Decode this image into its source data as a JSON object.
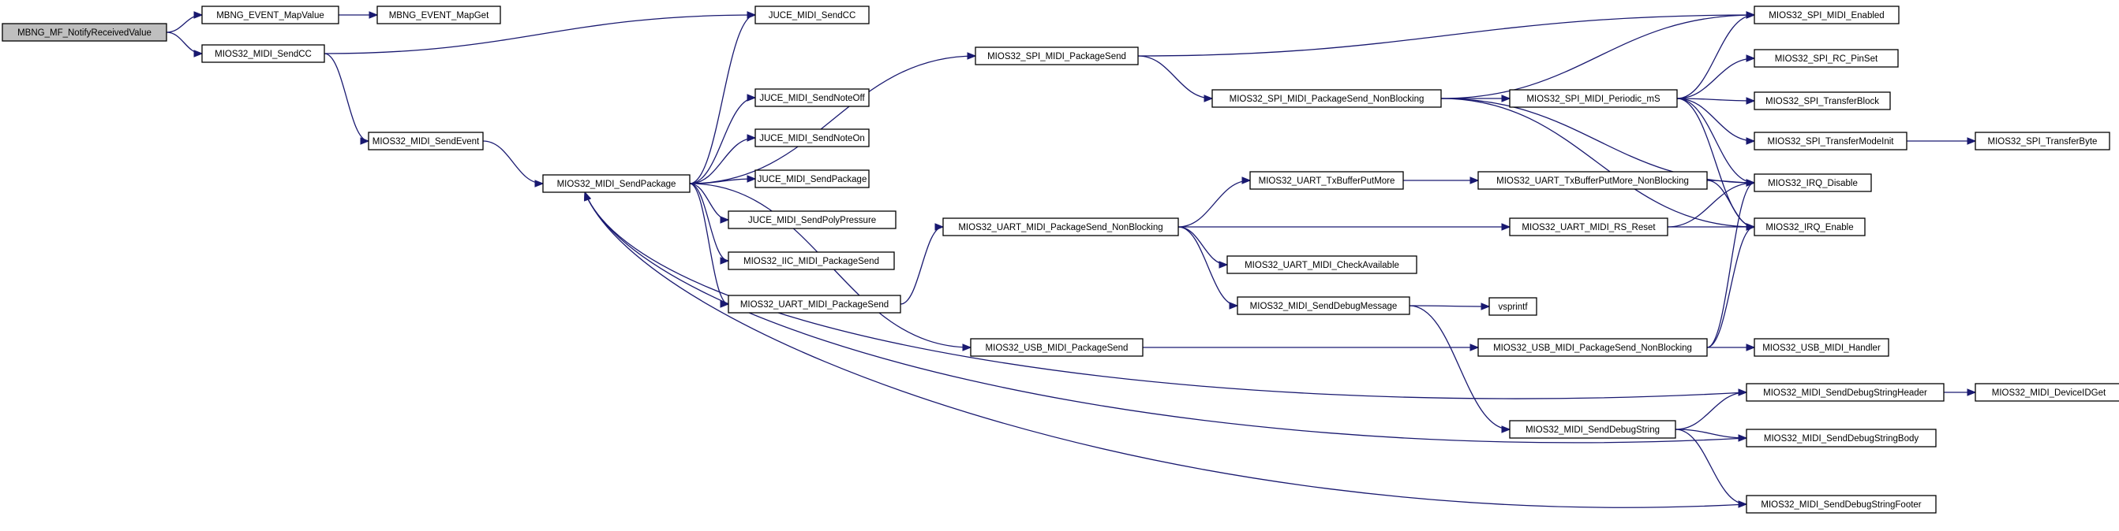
{
  "graph": {
    "nodes": [
      {
        "id": "n0",
        "label": "MBNG_MF_NotifyReceivedValue",
        "root": true
      },
      {
        "id": "n1",
        "label": "MBNG_EVENT_MapValue"
      },
      {
        "id": "n2",
        "label": "MBNG_EVENT_MapGet"
      },
      {
        "id": "n3",
        "label": "MIOS32_MIDI_SendCC"
      },
      {
        "id": "n4",
        "label": "JUCE_MIDI_SendCC"
      },
      {
        "id": "n5",
        "label": "MIOS32_MIDI_SendEvent"
      },
      {
        "id": "n6",
        "label": "MIOS32_MIDI_SendPackage"
      },
      {
        "id": "n7",
        "label": "MIOS32_SPI_MIDI_PackageSend"
      },
      {
        "id": "n8",
        "label": "JUCE_MIDI_SendNoteOff"
      },
      {
        "id": "n9",
        "label": "JUCE_MIDI_SendNoteOn"
      },
      {
        "id": "n10",
        "label": "JUCE_MIDI_SendPackage"
      },
      {
        "id": "n11",
        "label": "JUCE_MIDI_SendPolyPressure"
      },
      {
        "id": "n12",
        "label": "MIOS32_IIC_MIDI_PackageSend"
      },
      {
        "id": "n13",
        "label": "MIOS32_UART_MIDI_PackageSend"
      },
      {
        "id": "n14",
        "label": "MIOS32_USB_MIDI_PackageSend"
      },
      {
        "id": "n15",
        "label": "MIOS32_SPI_MIDI_PackageSend_NonBlocking"
      },
      {
        "id": "n16",
        "label": "MIOS32_UART_MIDI_PackageSend_NonBlocking"
      },
      {
        "id": "n17",
        "label": "MIOS32_UART_TxBufferPutMore"
      },
      {
        "id": "n18",
        "label": "MIOS32_UART_MIDI_CheckAvailable"
      },
      {
        "id": "n19",
        "label": "MIOS32_MIDI_SendDebugMessage"
      },
      {
        "id": "n20",
        "label": "MIOS32_SPI_MIDI_Periodic_mS"
      },
      {
        "id": "n21",
        "label": "MIOS32_UART_TxBufferPutMore_NonBlocking"
      },
      {
        "id": "n22",
        "label": "MIOS32_UART_MIDI_RS_Reset"
      },
      {
        "id": "n23",
        "label": "vsprintf"
      },
      {
        "id": "n24",
        "label": "MIOS32_USB_MIDI_PackageSend_NonBlocking"
      },
      {
        "id": "n25",
        "label": "MIOS32_MIDI_SendDebugString"
      },
      {
        "id": "n26",
        "label": "MIOS32_SPI_MIDI_Enabled"
      },
      {
        "id": "n27",
        "label": "MIOS32_SPI_RC_PinSet"
      },
      {
        "id": "n28",
        "label": "MIOS32_SPI_TransferBlock"
      },
      {
        "id": "n29",
        "label": "MIOS32_SPI_TransferModeInit"
      },
      {
        "id": "n30",
        "label": "MIOS32_IRQ_Disable"
      },
      {
        "id": "n31",
        "label": "MIOS32_IRQ_Enable"
      },
      {
        "id": "n32",
        "label": "MIOS32_USB_MIDI_Handler"
      },
      {
        "id": "n33",
        "label": "MIOS32_MIDI_SendDebugStringHeader"
      },
      {
        "id": "n34",
        "label": "MIOS32_MIDI_SendDebugStringBody"
      },
      {
        "id": "n35",
        "label": "MIOS32_MIDI_SendDebugStringFooter"
      },
      {
        "id": "n36",
        "label": "MIOS32_SPI_TransferByte"
      },
      {
        "id": "n37",
        "label": "MIOS32_MIDI_DeviceIDGet"
      }
    ],
    "edges": [
      {
        "from": "n0",
        "to": "n1"
      },
      {
        "from": "n0",
        "to": "n3"
      },
      {
        "from": "n1",
        "to": "n2"
      },
      {
        "from": "n3",
        "to": "n4"
      },
      {
        "from": "n3",
        "to": "n5"
      },
      {
        "from": "n5",
        "to": "n6"
      },
      {
        "from": "n6",
        "to": "n4"
      },
      {
        "from": "n6",
        "to": "n7"
      },
      {
        "from": "n6",
        "to": "n8"
      },
      {
        "from": "n6",
        "to": "n9"
      },
      {
        "from": "n6",
        "to": "n10"
      },
      {
        "from": "n6",
        "to": "n11"
      },
      {
        "from": "n6",
        "to": "n12"
      },
      {
        "from": "n6",
        "to": "n13"
      },
      {
        "from": "n6",
        "to": "n14"
      },
      {
        "from": "n7",
        "to": "n15"
      },
      {
        "from": "n7",
        "to": "n26"
      },
      {
        "from": "n13",
        "to": "n16"
      },
      {
        "from": "n14",
        "to": "n24"
      },
      {
        "from": "n15",
        "to": "n20"
      },
      {
        "from": "n15",
        "to": "n26"
      },
      {
        "from": "n15",
        "to": "n30"
      },
      {
        "from": "n15",
        "to": "n31"
      },
      {
        "from": "n16",
        "to": "n17"
      },
      {
        "from": "n16",
        "to": "n18"
      },
      {
        "from": "n16",
        "to": "n19"
      },
      {
        "from": "n16",
        "to": "n22"
      },
      {
        "from": "n17",
        "to": "n21"
      },
      {
        "from": "n19",
        "to": "n23"
      },
      {
        "from": "n19",
        "to": "n25"
      },
      {
        "from": "n20",
        "to": "n26"
      },
      {
        "from": "n20",
        "to": "n27"
      },
      {
        "from": "n20",
        "to": "n28"
      },
      {
        "from": "n20",
        "to": "n29"
      },
      {
        "from": "n20",
        "to": "n30"
      },
      {
        "from": "n20",
        "to": "n31"
      },
      {
        "from": "n21",
        "to": "n30"
      },
      {
        "from": "n21",
        "to": "n31"
      },
      {
        "from": "n22",
        "to": "n30"
      },
      {
        "from": "n22",
        "to": "n31"
      },
      {
        "from": "n24",
        "to": "n30"
      },
      {
        "from": "n24",
        "to": "n31"
      },
      {
        "from": "n24",
        "to": "n32"
      },
      {
        "from": "n25",
        "to": "n33"
      },
      {
        "from": "n25",
        "to": "n34"
      },
      {
        "from": "n25",
        "to": "n35"
      },
      {
        "from": "n29",
        "to": "n36"
      },
      {
        "from": "n33",
        "to": "n37"
      },
      {
        "from": "n33",
        "to": "n6"
      },
      {
        "from": "n34",
        "to": "n6"
      },
      {
        "from": "n35",
        "to": "n6"
      }
    ]
  }
}
